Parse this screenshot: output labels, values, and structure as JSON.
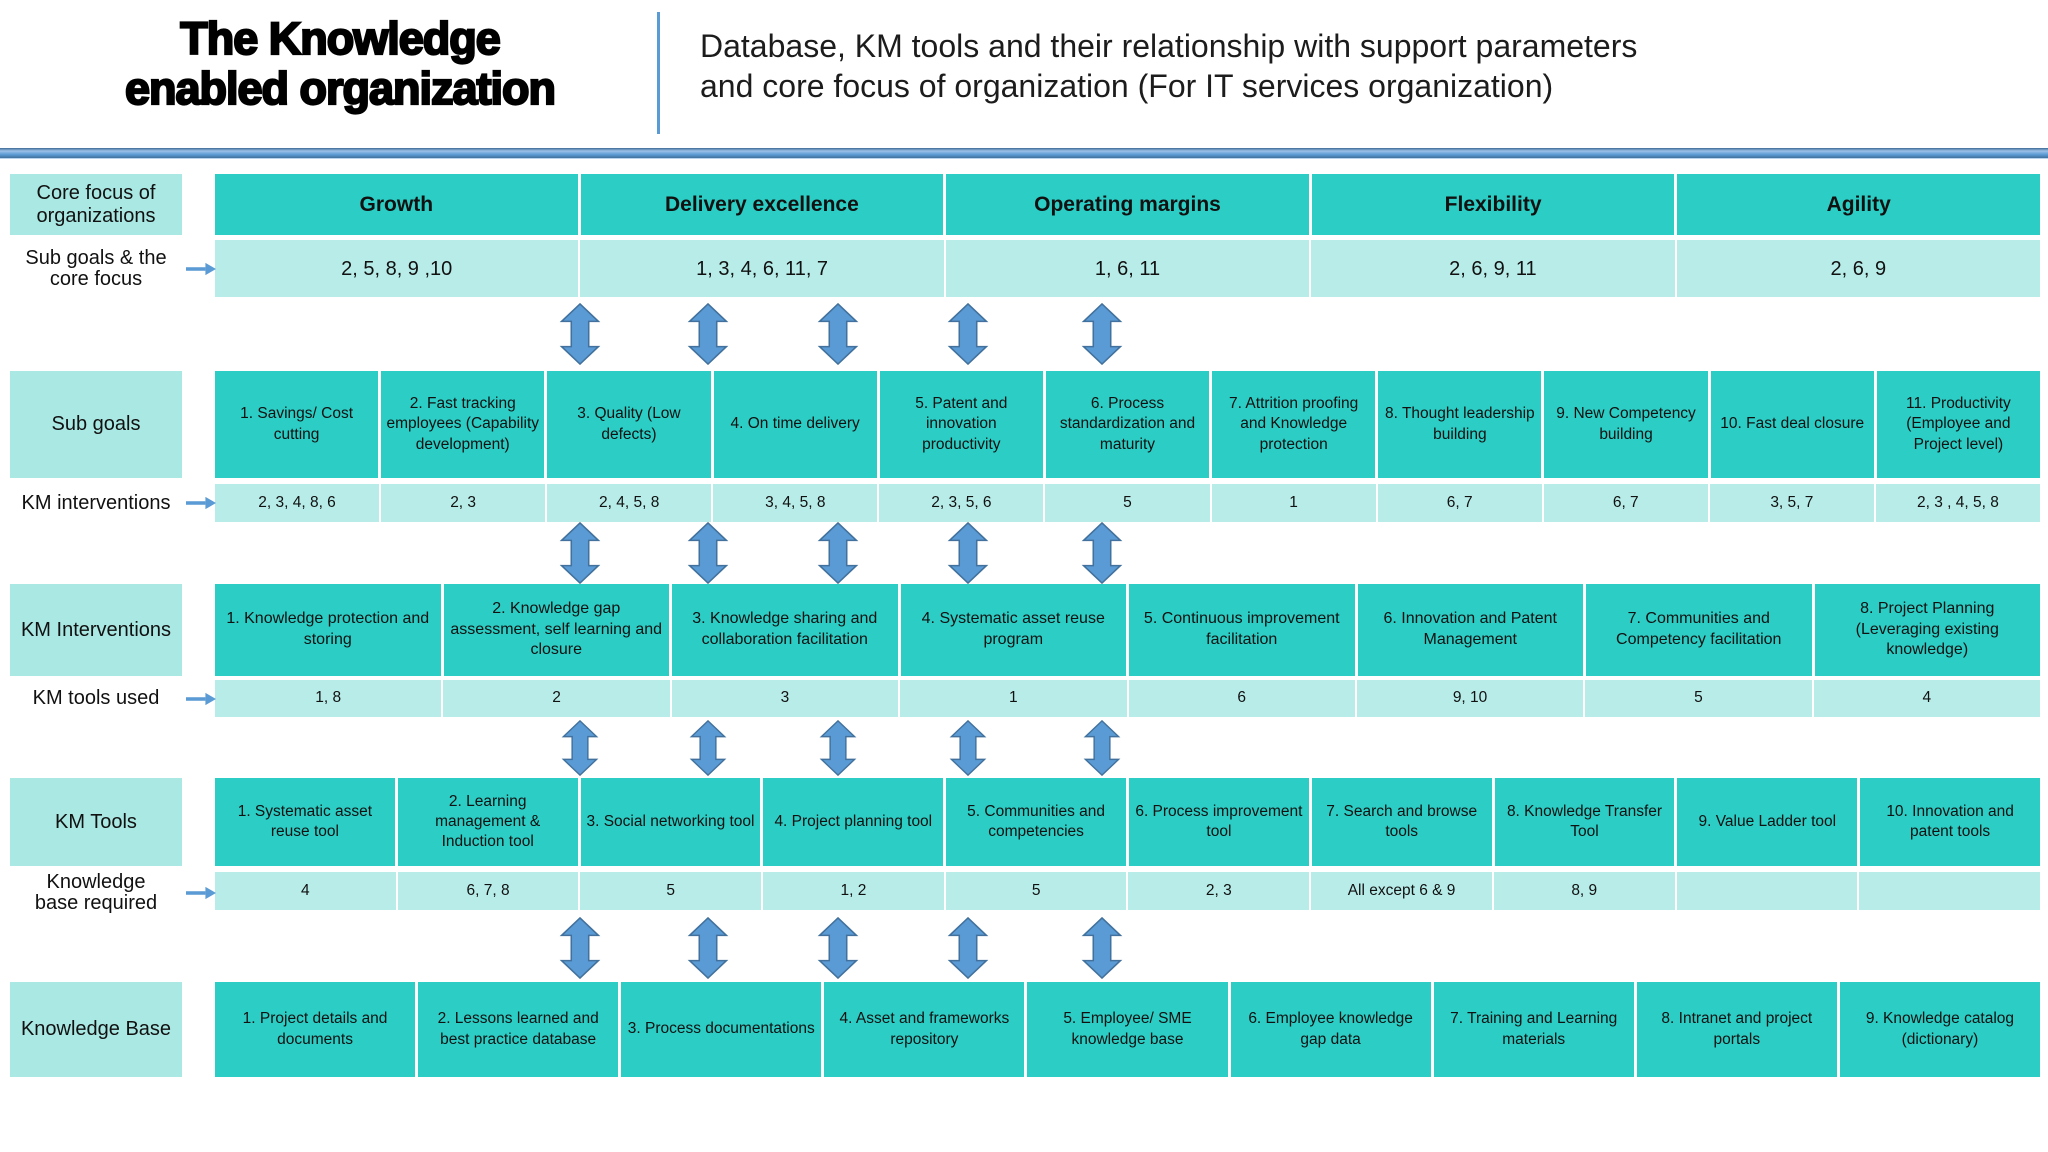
{
  "header": {
    "title_line1": "The Knowledge",
    "title_line2": "enabled organization",
    "subtitle_line1": "Database, KM tools and their relationship with support parameters",
    "subtitle_line2": "and core focus of organization (For IT services organization)"
  },
  "colors": {
    "cell_dark": "#2bcdc4",
    "cell_light": "#b7ece8",
    "label_bg": "#a9e8e3",
    "arrow_fill": "#5b9bd5",
    "arrow_border": "#41719c",
    "divider_bar": "#5b9bd5"
  },
  "rows": {
    "core_focus": {
      "label": "Core focus of organizations",
      "items": [
        "Growth",
        "Delivery excellence",
        "Operating margins",
        "Flexibility",
        "Agility"
      ]
    },
    "sub_goals_core_focus": {
      "label": "Sub goals & the core focus",
      "values": [
        "2, 5, 8, 9 ,10",
        "1, 3, 4, 6, 11, 7",
        "1, 6, 11",
        "2, 6, 9, 11",
        "2, 6, 9"
      ]
    },
    "sub_goals": {
      "label": "Sub goals",
      "items": [
        "1. Savings/ Cost cutting",
        "2. Fast tracking employees (Capability development)",
        "3. Quality (Low defects)",
        "4. On time delivery",
        "5. Patent and innovation productivity",
        "6. Process standardization and maturity",
        "7. Attrition proofing and Knowledge protection",
        "8. Thought leadership building",
        "9. New Competency building",
        "10. Fast deal closure",
        "11. Productivity (Employee and Project level)"
      ]
    },
    "km_interventions_map": {
      "label": "KM interventions",
      "values": [
        "2, 3, 4, 8, 6",
        "2, 3",
        "2, 4, 5, 8",
        "3, 4, 5, 8",
        "2, 3, 5, 6",
        "5",
        "1",
        "6, 7",
        "6, 7",
        "3, 5, 7",
        "2, 3 , 4, 5, 8"
      ]
    },
    "km_interventions": {
      "label": "KM Interventions",
      "items": [
        "1. Knowledge protection and storing",
        "2. Knowledge gap assessment, self learning and closure",
        "3. Knowledge sharing and collaboration facilitation",
        "4. Systematic asset reuse program",
        "5. Continuous improvement facilitation",
        "6. Innovation and Patent Management",
        "7. Communities and Competency facilitation",
        "8. Project Planning (Leveraging existing knowledge)"
      ]
    },
    "km_tools_used": {
      "label": "KM tools used",
      "values": [
        "1, 8",
        "2",
        "3",
        "1",
        "6",
        "9, 10",
        "5",
        "4"
      ]
    },
    "km_tools": {
      "label": "KM Tools",
      "items": [
        "1. Systematic asset reuse tool",
        "2. Learning management & Induction tool",
        "3. Social networking tool",
        "4. Project planning tool",
        "5. Communities and competencies",
        "6. Process improvement tool",
        "7. Search and browse tools",
        "8. Knowledge Transfer Tool",
        "9. Value Ladder tool",
        "10. Innovation and patent tools"
      ]
    },
    "knowledge_base_required": {
      "label": "Knowledge base required",
      "values": [
        "4",
        "6, 7, 8",
        "5",
        "1, 2",
        "5",
        "2, 3",
        "All except 6 & 9",
        "8, 9",
        "",
        ""
      ]
    },
    "knowledge_base": {
      "label": "Knowledge Base",
      "items": [
        "1. Project details and documents",
        "2. Lessons learned and best practice database",
        "3. Process documentations",
        "4. Asset and frameworks repository",
        "5. Employee/ SME knowledge base",
        "6. Employee knowledge gap data",
        "7. Training and Learning materials",
        "8. Intranet and project portals",
        "9. Knowledge catalog (dictionary)"
      ]
    }
  }
}
